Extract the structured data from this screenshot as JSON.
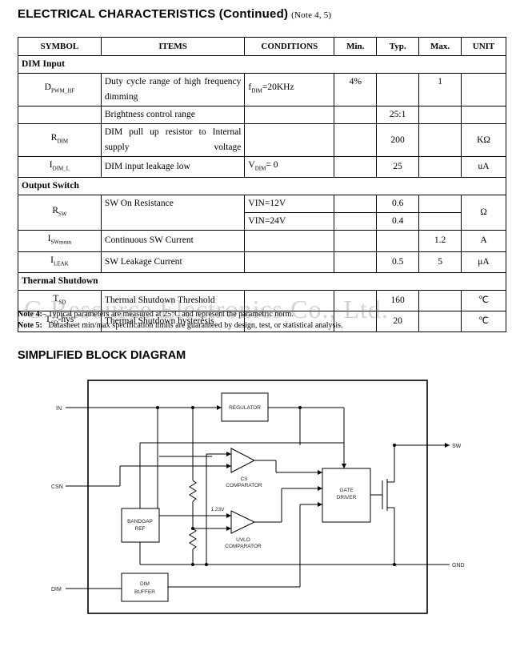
{
  "header": {
    "title": "ELECTRICAL CHARACTERISTICS (Continued)",
    "note_ref": "(Note 4, 5)"
  },
  "table": {
    "columns": [
      "SYMBOL",
      "ITEMS",
      "CONDITIONS",
      "Min.",
      "Typ.",
      "Max.",
      "UNIT"
    ],
    "sections": {
      "dim": "DIM Input",
      "output": "Output Switch",
      "thermal": "Thermal Shutdown"
    },
    "rows": {
      "dpwm": {
        "sym": "D",
        "sub": "PWM_HF",
        "item": "Duty cycle range of high frequency dimming",
        "cond_sym": "f",
        "cond_sub": "DIM",
        "cond_val": "=20KHz",
        "min": "4%",
        "typ": "",
        "max": "1",
        "unit": ""
      },
      "bright": {
        "item": "Brightness control range",
        "typ": "25:1"
      },
      "rdim": {
        "sym": "R",
        "sub": "DIM",
        "item": "DIM pull up resistor to Internal supply voltage",
        "typ": "200",
        "unit": "KΩ"
      },
      "idim": {
        "sym": "I",
        "sub": "DIM_L",
        "item": "DIM input leakage low",
        "cond_sym": "V",
        "cond_sub": "DIM",
        "cond_val": "= 0",
        "typ": "25",
        "unit": "uA"
      },
      "rsw": {
        "sym": "R",
        "sub": "SW",
        "item": "SW On Resistance",
        "cond1": "VIN=12V",
        "typ1": "0.6",
        "cond2": "VIN=24V",
        "typ2": "0.4",
        "unit": "Ω"
      },
      "iswmean": {
        "sym": "I",
        "sub": "SWmean",
        "item": "Continuous SW Current",
        "max": "1.2",
        "unit": "A"
      },
      "ileak": {
        "sym": "I",
        "sub": "LEAK",
        "item": "SW Leakage Current",
        "typ": "0.5",
        "max": "5",
        "unit": "μA"
      },
      "tsd": {
        "sym": "T",
        "sub": "SD",
        "item": "Thermal Shutdown Threshold",
        "typ": "160",
        "unit": "℃"
      },
      "tsdhys": {
        "sym": "T",
        "sub": "SD",
        "suffix": "-hys",
        "item": "Thermal Shutdown hysteresis",
        "typ": "20",
        "unit": "℃"
      }
    }
  },
  "notes": {
    "n4_label": "Note 4:",
    "n4_text": "– Typical parameters are measured at 25°C and represent the parametric norm.",
    "n5_label": "Note 5:",
    "n5_text": "Datasheet min/max specification limits are guaranteed by design, test, or statistical analysis."
  },
  "watermark": "G Resource Electronics Co., Ltd.",
  "block_diagram": {
    "title": "SIMPLIFIED BLOCK DIAGRAM",
    "pins": {
      "in": "IN",
      "csn": "CSN",
      "dim": "DIM",
      "sw": "SW",
      "gnd": "GND"
    },
    "blocks": {
      "regulator": "REGULATOR",
      "bandgap_1": "BANDGAP",
      "bandgap_2": "REF",
      "dim_buffer_1": "DIM",
      "dim_buffer_2": "BUFFER",
      "gate_driver_1": "GATE",
      "gate_driver_2": "DRIVER",
      "cs_comp_1": "CS",
      "cs_comp_2": "COMPARATOR",
      "uvlo_comp_1": "UVLO",
      "uvlo_comp_2": "COMPARATOR",
      "ref_voltage": "1.23V"
    }
  }
}
